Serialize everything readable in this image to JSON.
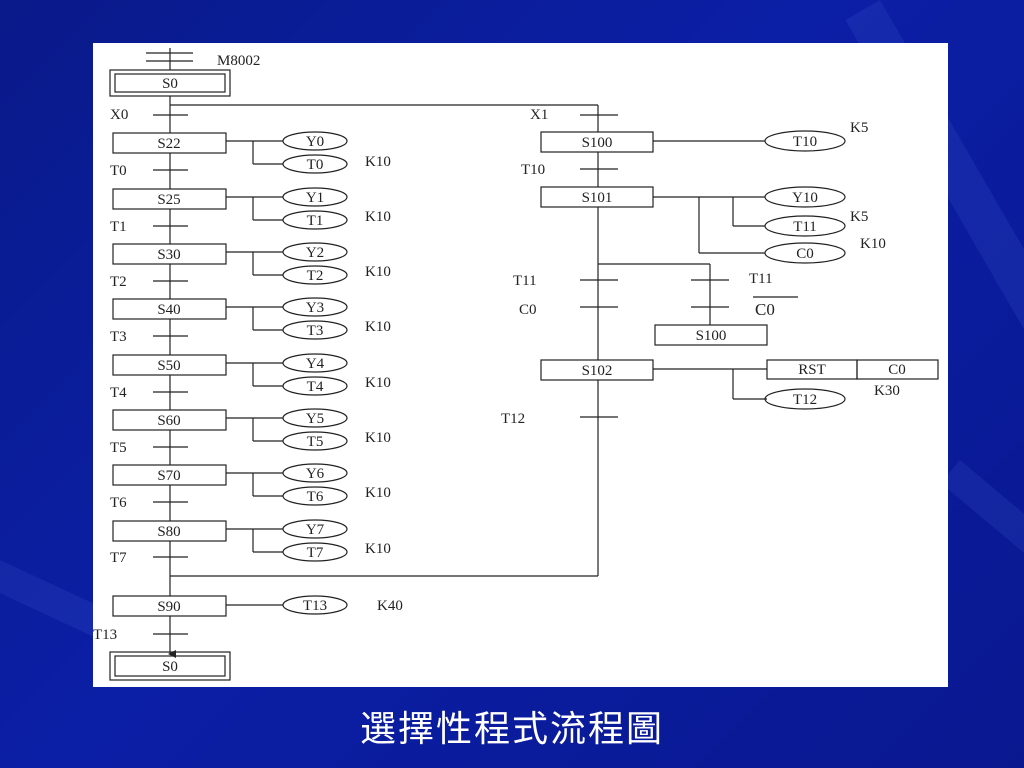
{
  "caption": "選擇性程式流程圖",
  "colors": {
    "background": "#0b1fa6",
    "ink": "#222222",
    "figure_bg": "#ffffff"
  },
  "diagram": {
    "init_condition": "M8002",
    "initial_step": "S0",
    "final_step": "S0",
    "left_branch": {
      "branch_condition": "X0",
      "steps": [
        {
          "step": "S22",
          "outputs": [
            "Y0",
            "T0"
          ],
          "setting": "K10",
          "transition": "T0"
        },
        {
          "step": "S25",
          "outputs": [
            "Y1",
            "T1"
          ],
          "setting": "K10",
          "transition": "T1"
        },
        {
          "step": "S30",
          "outputs": [
            "Y2",
            "T2"
          ],
          "setting": "K10",
          "transition": "T2"
        },
        {
          "step": "S40",
          "outputs": [
            "Y3",
            "T3"
          ],
          "setting": "K10",
          "transition": "T3"
        },
        {
          "step": "S50",
          "outputs": [
            "Y4",
            "T4"
          ],
          "setting": "K10",
          "transition": "T4"
        },
        {
          "step": "S60",
          "outputs": [
            "Y5",
            "T5"
          ],
          "setting": "K10",
          "transition": "T5"
        },
        {
          "step": "S70",
          "outputs": [
            "Y6",
            "T6"
          ],
          "setting": "K10",
          "transition": "T6"
        },
        {
          "step": "S80",
          "outputs": [
            "Y7",
            "T7"
          ],
          "setting": "K10",
          "transition": "T7"
        }
      ]
    },
    "merge_step": {
      "step": "S90",
      "output": "T13",
      "setting": "K40",
      "transition": "T13"
    },
    "right_branch": {
      "branch_condition": "X1",
      "s100": {
        "step": "S100",
        "output": "T10",
        "setting": "K5",
        "transition": "T10"
      },
      "s101": {
        "step": "S101",
        "outputs": [
          "Y10",
          "T11",
          "C0"
        ],
        "t11_setting": "K5",
        "c0_setting": "K10"
      },
      "cond_main_1": "T11",
      "cond_main_2": "C0",
      "cond_loop_1": "T11",
      "cond_loop_2": "C0",
      "loop_target": "S100",
      "s102": {
        "step": "S102",
        "reset_cmd": "RST",
        "reset_target": "C0",
        "timer": "T12",
        "setting": "K30",
        "transition": "T12"
      }
    }
  }
}
